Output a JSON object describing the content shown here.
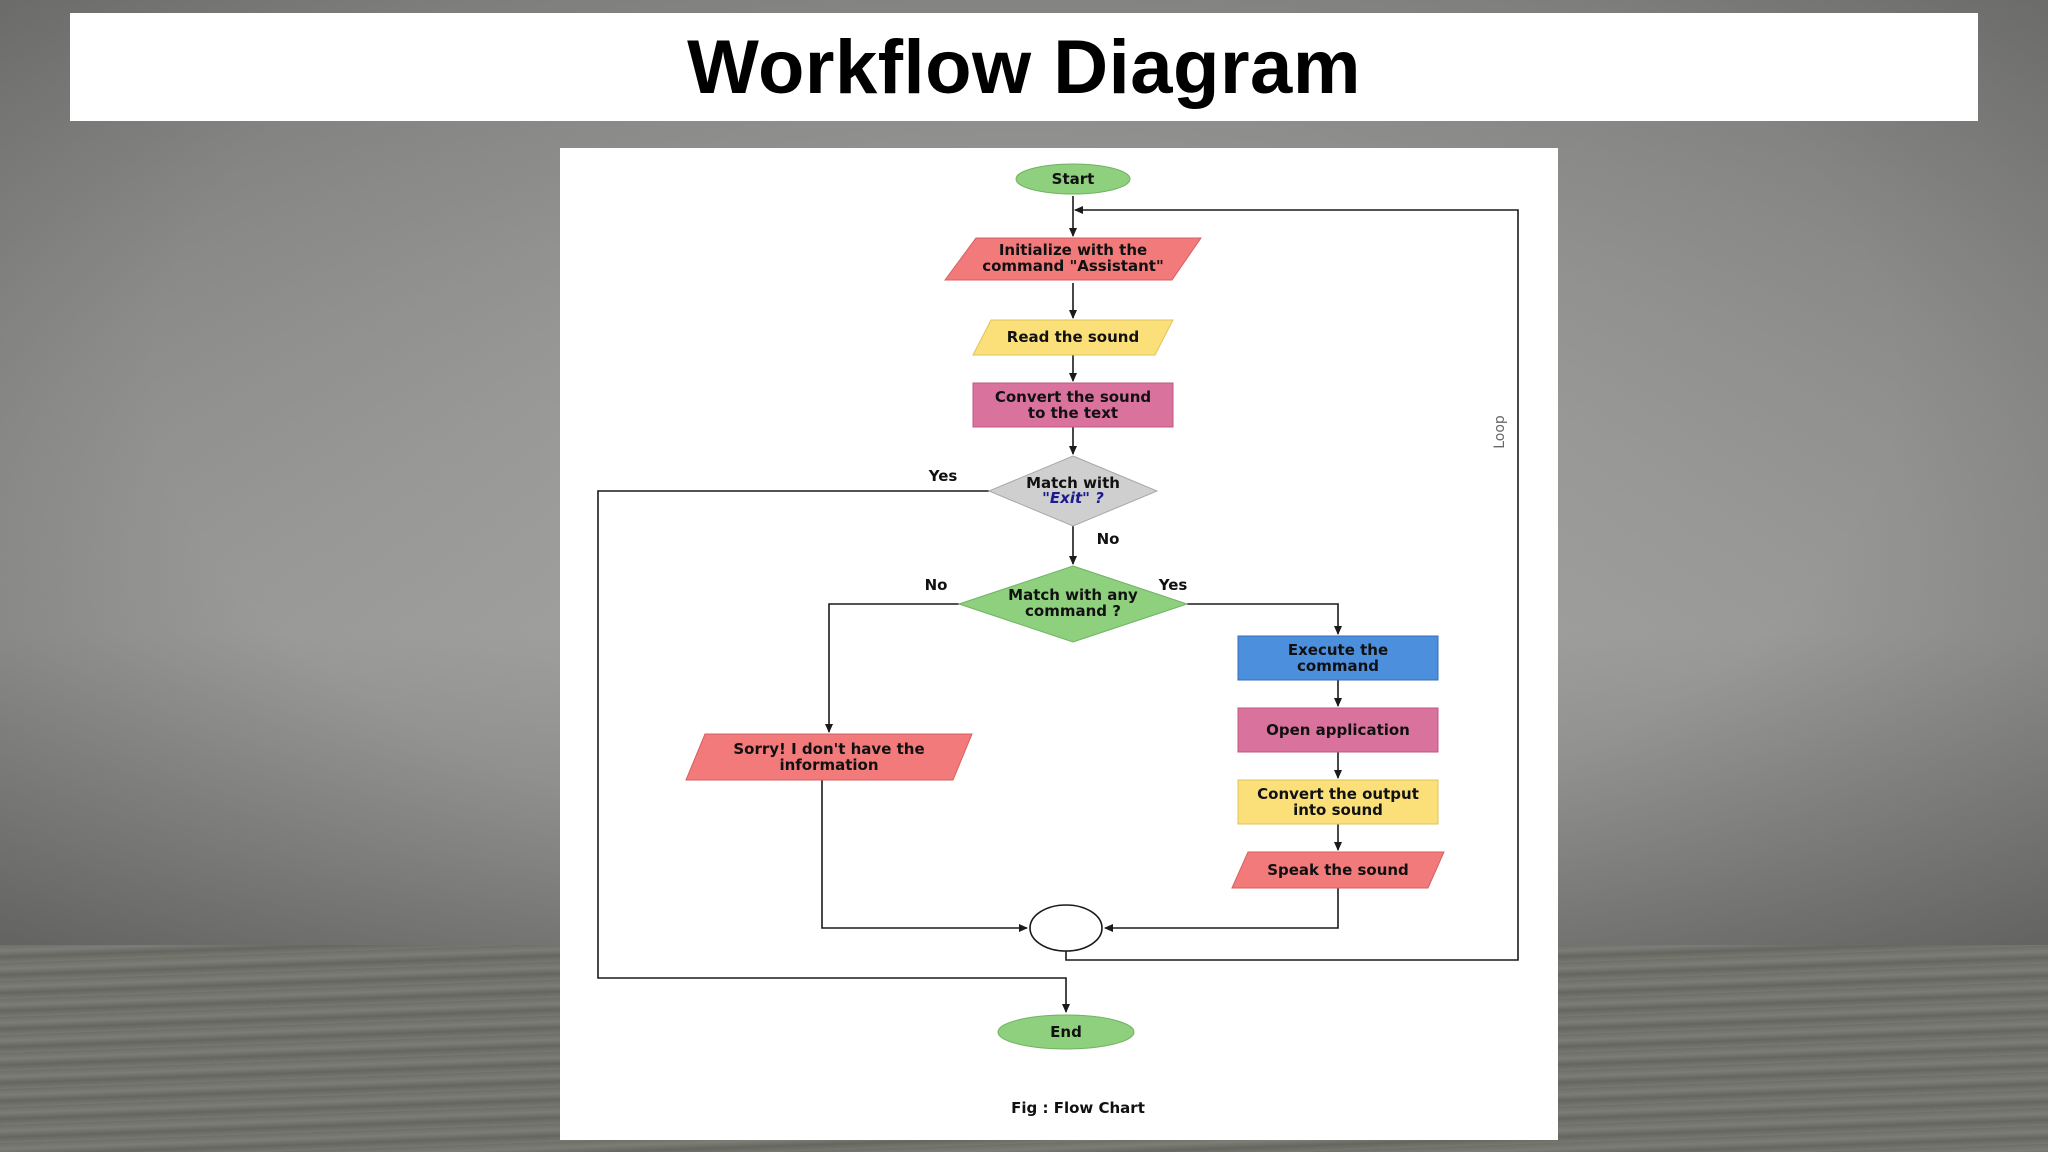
{
  "title": "Workflow Diagram",
  "diagram": {
    "nodes": {
      "start": "Start",
      "init_1": "Initialize with the",
      "init_2": "command \"Assistant\"",
      "read": "Read the sound",
      "convert_1": "Convert the sound",
      "convert_2": "to the text",
      "exit_1": "Match with",
      "exit_2": "\"Exit\" ?",
      "match_1": "Match with any",
      "match_2": "command ?",
      "execute_1": "Execute the",
      "execute_2": "command",
      "open": "Open application",
      "output_1": "Convert the output",
      "output_2": "into sound",
      "speak": "Speak the sound",
      "sorry_1": "Sorry! I don't have the",
      "sorry_2": "information",
      "end": "End"
    },
    "edge_labels": {
      "exit_yes": "Yes",
      "exit_no": "No",
      "match_no": "No",
      "match_yes": "Yes",
      "loop": "Loop"
    },
    "caption": "Fig : Flow Chart",
    "colors": {
      "green": "#8ed07e",
      "red": "#f27a7a",
      "yellow": "#fbe07a",
      "pink": "#d9739d",
      "gray": "#cfcfcf",
      "blue": "#4c8fdc"
    }
  }
}
